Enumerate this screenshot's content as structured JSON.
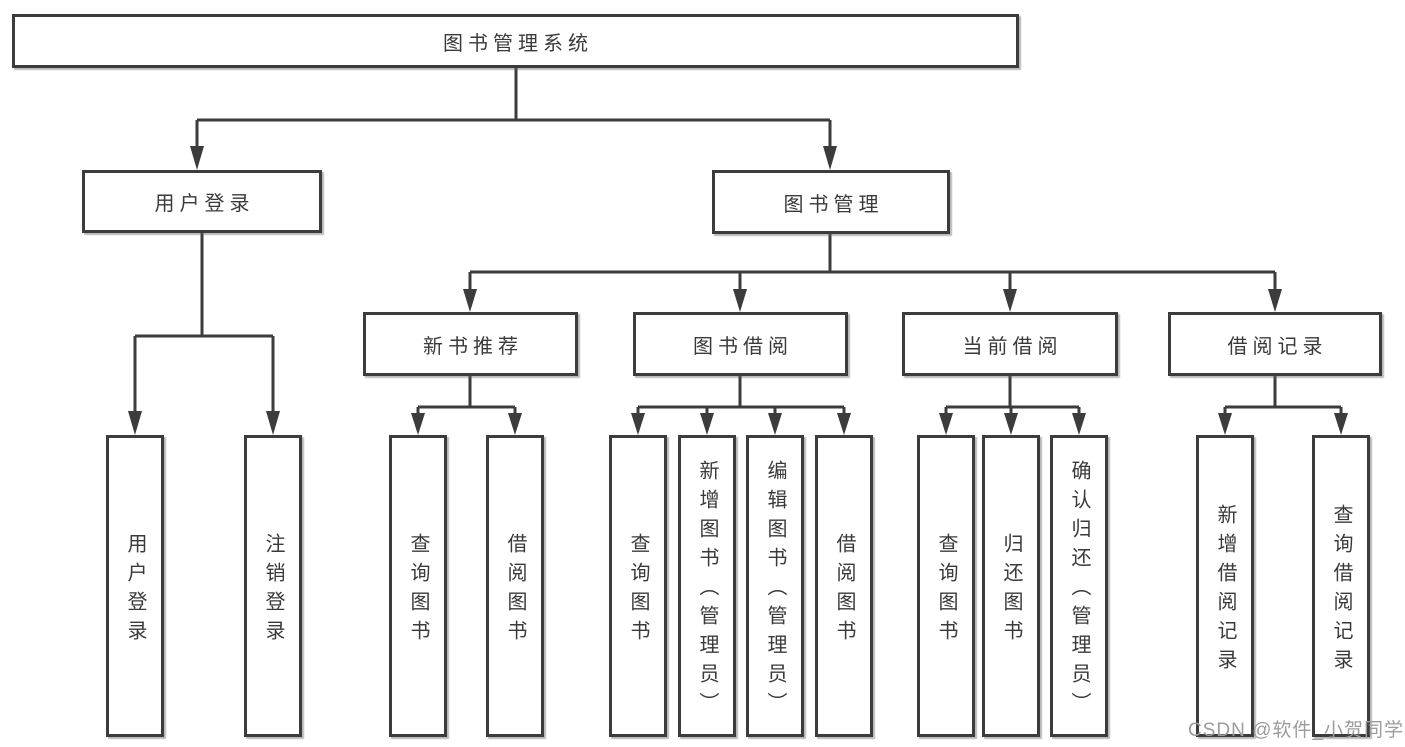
{
  "diagram": {
    "root": {
      "label": "图书管理系统"
    },
    "branches": [
      {
        "label": "用户登录",
        "children": [
          {
            "label": "用户登录"
          },
          {
            "label": "注销登录"
          }
        ]
      },
      {
        "label": "图书管理",
        "children": [
          {
            "label": "新书推荐",
            "children": [
              {
                "label": "查询图书"
              },
              {
                "label": "借阅图书"
              }
            ]
          },
          {
            "label": "图书借阅",
            "children": [
              {
                "label": "查询图书"
              },
              {
                "label": "新增图书（管理员）"
              },
              {
                "label": "编辑图书（管理员）"
              },
              {
                "label": "借阅图书"
              }
            ]
          },
          {
            "label": "当前借阅",
            "children": [
              {
                "label": "查询图书"
              },
              {
                "label": "归还图书"
              },
              {
                "label": "确认归还（管理员）"
              }
            ]
          },
          {
            "label": "借阅记录",
            "children": [
              {
                "label": "新增借阅记录"
              },
              {
                "label": "查询借阅记录"
              }
            ]
          }
        ]
      }
    ]
  },
  "colors": {
    "line": "#3c3c3c",
    "border": "#3c3c3c",
    "text": "#3a3a3a",
    "background": "#ffffff",
    "watermark": "#9c9c9c"
  },
  "watermark": {
    "text": "CSDN @软件_小贺同学"
  }
}
